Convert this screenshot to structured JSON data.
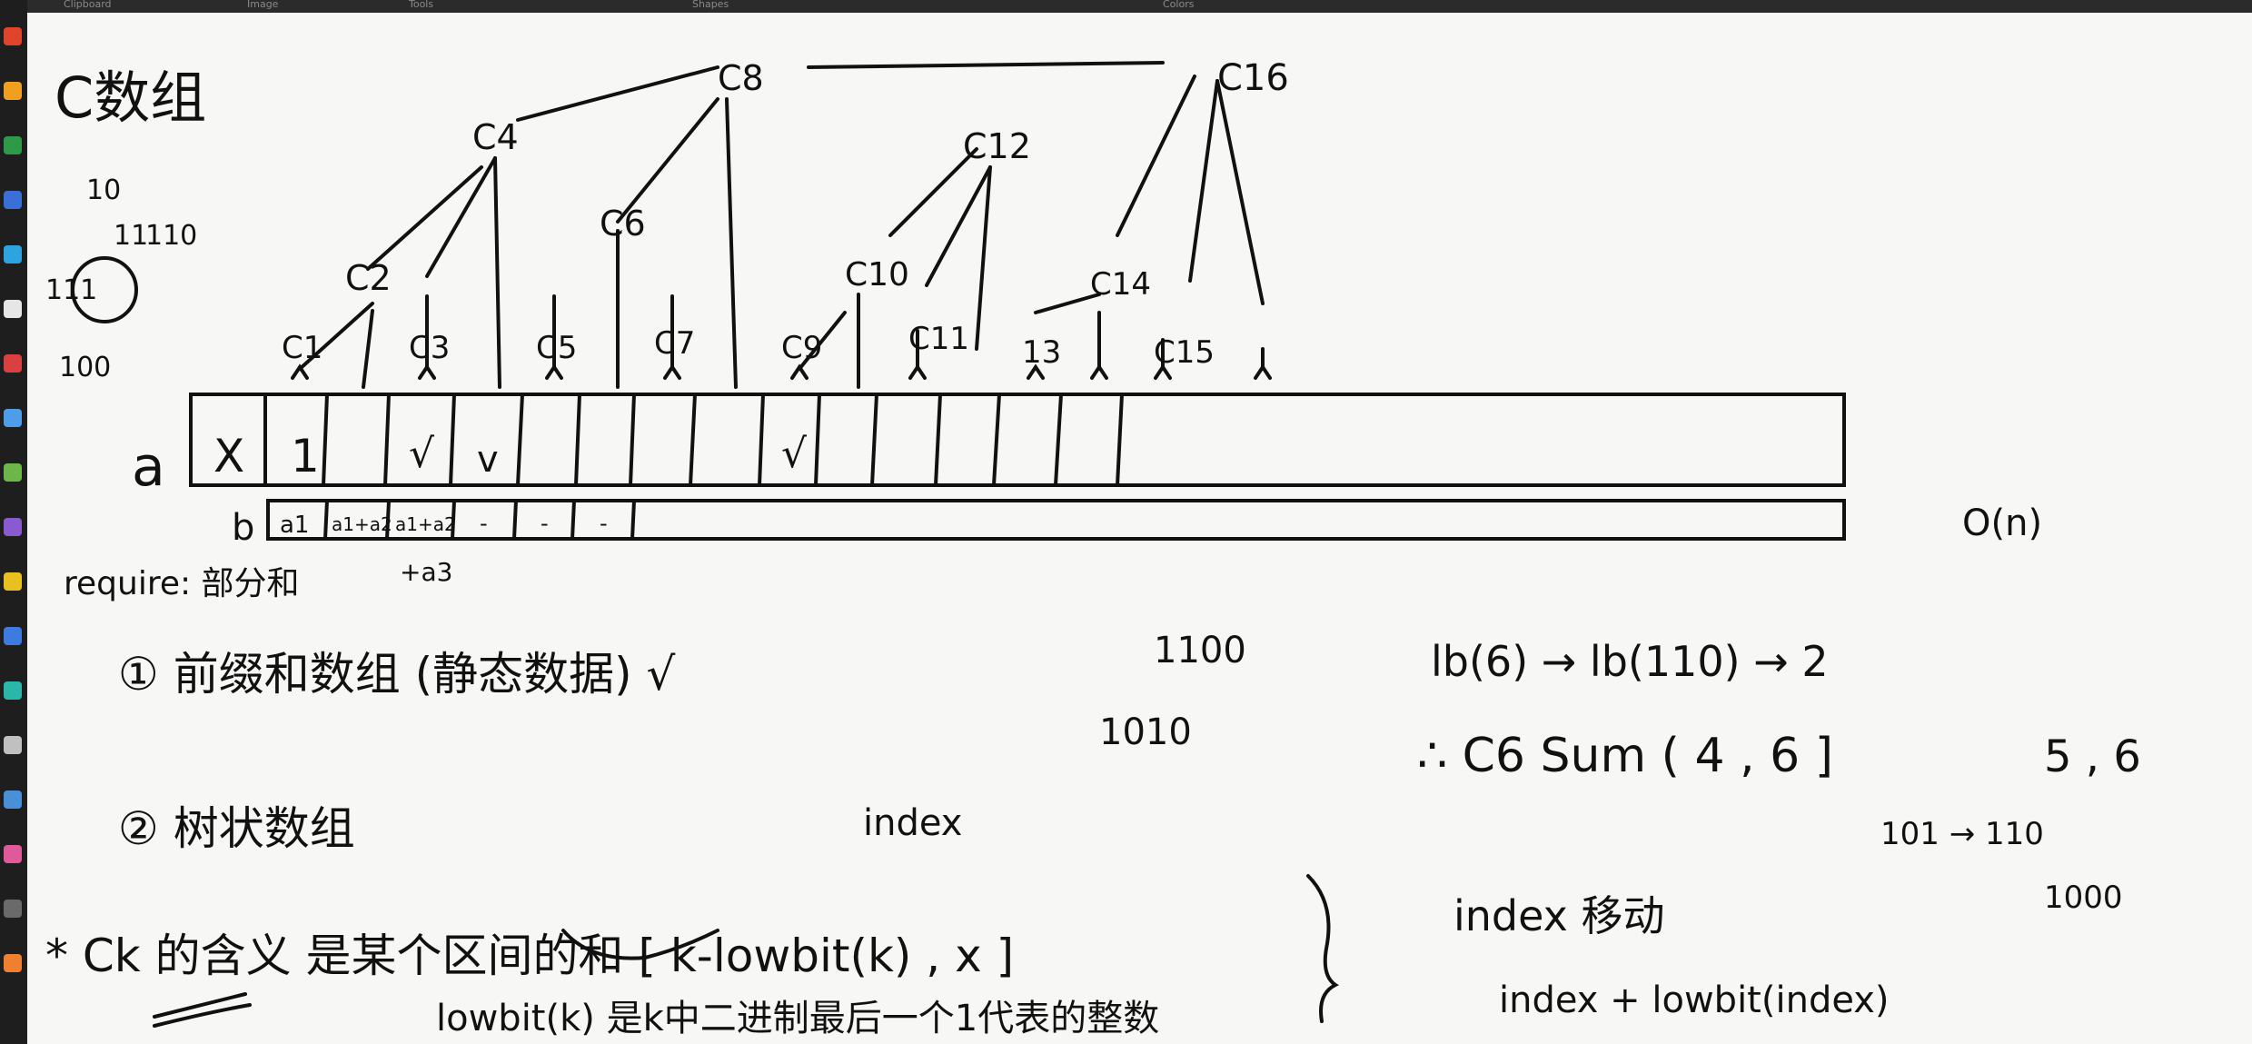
{
  "toolbar": {
    "items": [
      "Clipboard",
      "Image",
      "Tools",
      "Shapes",
      "Colors"
    ]
  },
  "dock": {
    "icon_colors": [
      "#e0452b",
      "#f0a020",
      "#2d9a4a",
      "#3a6fd8",
      "#2ba4e0",
      "#e6e6e6",
      "#d94040",
      "#4f9de8",
      "#6cb64a",
      "#8a5bd0",
      "#e8c020",
      "#3d7be0",
      "#2ab7a9",
      "#c0c0c0",
      "#4a90d9",
      "#e05a9a",
      "#6a6a6a",
      "#f08030"
    ]
  },
  "note": {
    "title": "C数组",
    "binary_notes": [
      "10",
      "11",
      "110",
      "111",
      "100"
    ],
    "tree_nodes": [
      "C1",
      "C2",
      "C3",
      "C4",
      "C5",
      "C6",
      "C7",
      "C8",
      "C9",
      "C10",
      "C11",
      "C12",
      "13",
      "C14",
      "C15",
      "C16"
    ],
    "array_a_label": "a",
    "array_a_cells": [
      "X",
      "1",
      "",
      "√",
      "v",
      "",
      "",
      "",
      "",
      "√",
      "",
      "",
      "",
      "",
      "",
      ""
    ],
    "array_b_label": "b",
    "array_b_cells": [
      "a1",
      "a1+a2",
      "a1+a2",
      "-",
      "-",
      "-",
      ""
    ],
    "array_b_extra": "+a3",
    "complexity": "O(n)",
    "require": "require: 部分和",
    "point1": "① 前缀和数组 (静态数据) √",
    "point2": "② 树状数组",
    "index_word": "index",
    "binary_right_1": "1100",
    "binary_right_2": "1010",
    "lowbit_line": "lb(6) → lb(110) → 2",
    "sum_line": "∴ C6   Sum ( 4 , 6 ]",
    "sum_marks": "5 , 6",
    "binary_inc": "101 → 110",
    "binary_1000": "1000",
    "ck_line": "* Ck 的含义 是某个区间的和 [ k-lowbit(k) , x ]",
    "lowbit_def": "lowbit(k) 是k中二进制最后一个1代表的整数",
    "index_move": "index 移动",
    "index_plus": "index + lowbit(index)"
  }
}
